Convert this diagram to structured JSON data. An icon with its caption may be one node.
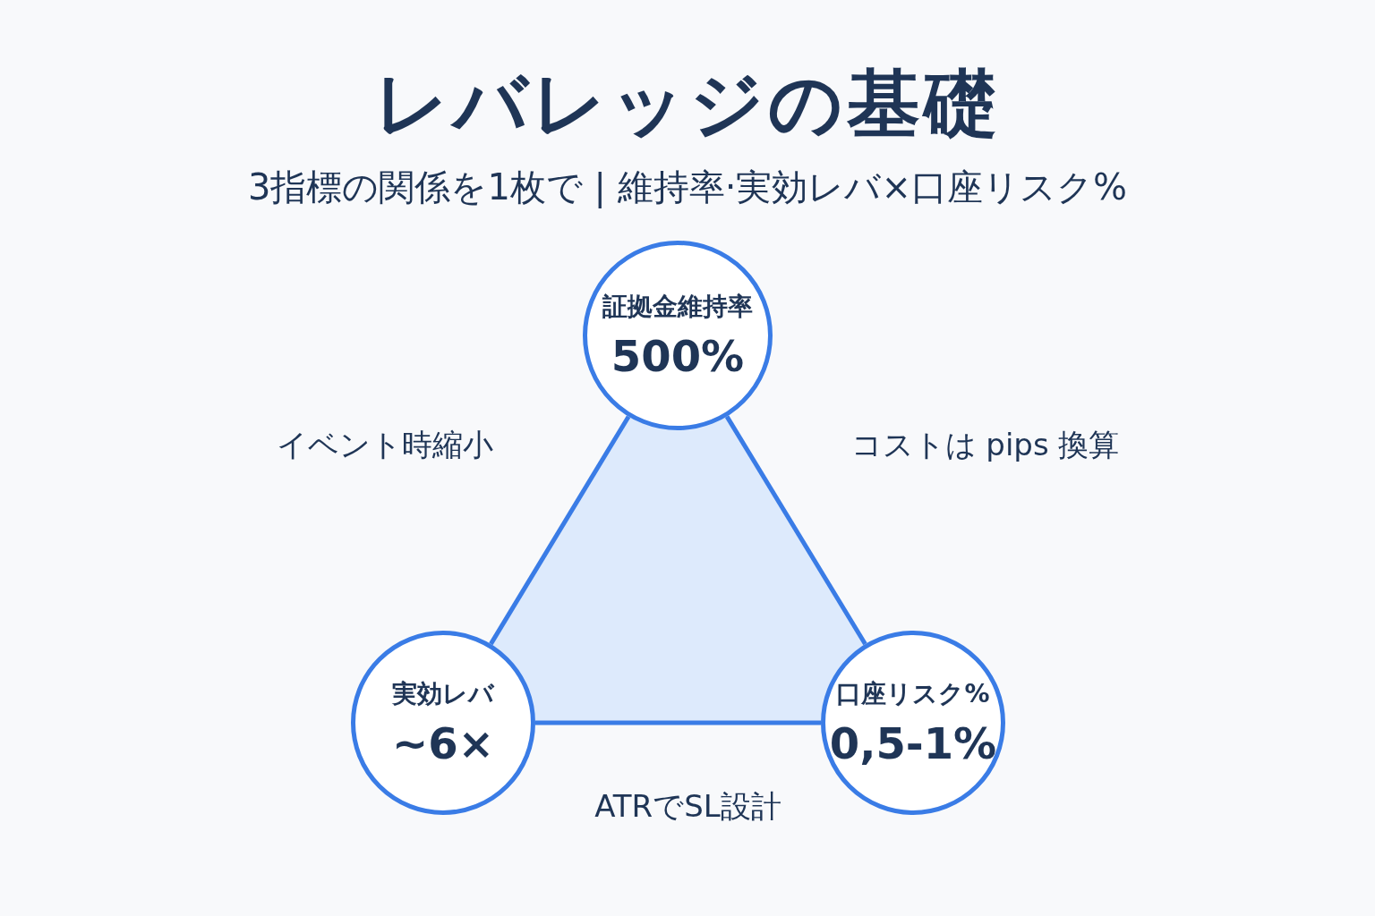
{
  "diagram": {
    "title": "レバレッジの基礎",
    "nodes": [
      {
        "text": [
          "証拠金維持率",
          "500%"
        ]
      },
      {
        "text": [
          "実効レバ",
          "~6×"
        ]
      },
      {
        "text": [
          "口座リスク%",
          "0,5-1%"
        ]
      }
    ],
    "edges": [
      {
        "from": 0,
        "to": 1,
        "arrow": "none",
        "label": "イベント時縮小"
      },
      {
        "from": 0,
        "to": 2,
        "arrow": "none",
        "label": "コストは pips 換算"
      },
      {
        "from": 1,
        "to": 2,
        "arrow": "none",
        "label": "ATRでSL設計"
      }
    ],
    "labels": [
      "3指標の関係を1枚で | 維持率·実効レバ×口座リスク%"
    ]
  }
}
